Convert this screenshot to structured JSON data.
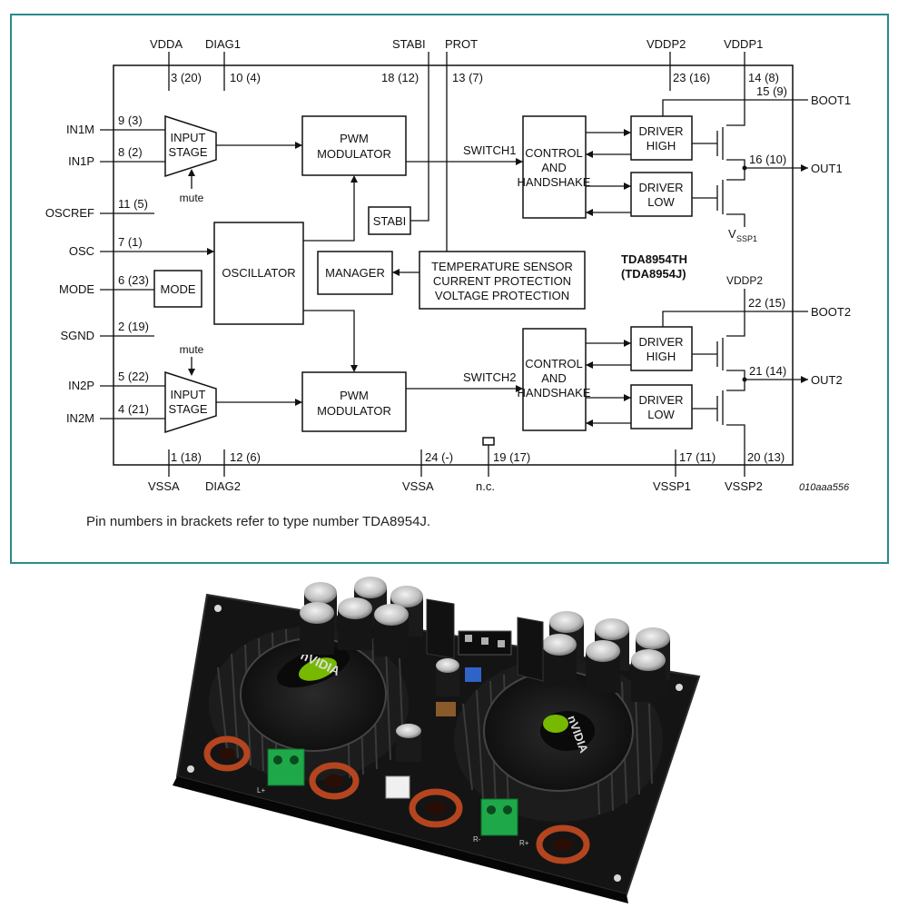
{
  "diagram": {
    "pins_top": {
      "vdda": "VDDA",
      "vdda_num": "3 (20)",
      "diag1": "DIAG1",
      "diag1_num": "10 (4)",
      "stabi": "STABI",
      "stabi_num": "18 (12)",
      "prot": "PROT",
      "prot_num": "13 (7)",
      "vddp2": "VDDP2",
      "vddp2_num": "23 (16)",
      "vddp1": "VDDP1",
      "vddp1_num": "14 (8)"
    },
    "pins_left": {
      "in1m": "IN1M",
      "in1m_num": "9 (3)",
      "in1p": "IN1P",
      "in1p_num": "8 (2)",
      "oscref": "OSCREF",
      "oscref_num": "11 (5)",
      "osc": "OSC",
      "osc_num": "7 (1)",
      "mode": "MODE",
      "mode_num": "6 (23)",
      "sgnd": "SGND",
      "sgnd_num": "2 (19)",
      "in2p": "IN2P",
      "in2p_num": "5 (22)",
      "in2m": "IN2M",
      "in2m_num": "4 (21)"
    },
    "pins_right": {
      "boot1": "BOOT1",
      "boot1_num": "15 (9)",
      "out1": "OUT1",
      "out1_num": "16 (10)",
      "vssp1_sub": "V",
      "vssp1_sub2": "SSP1",
      "vddp2_label": "VDDP2",
      "boot2": "BOOT2",
      "boot2_num": "22 (15)",
      "out2": "OUT2",
      "out2_num": "21 (14)"
    },
    "pins_bottom": {
      "vssa1": "VSSA",
      "vssa1_num": "1 (18)",
      "diag2": "DIAG2",
      "diag2_num": "12 (6)",
      "vssa2": "VSSA",
      "vssa2_num": "24 (-)",
      "nc": "n.c.",
      "nc_num": "19 (17)",
      "vssp1": "VSSP1",
      "vssp1_num": "17 (11)",
      "vssp2": "VSSP2",
      "vssp2_num": "20 (13)"
    },
    "blocks": {
      "input": "INPUT",
      "stage": "STAGE",
      "mute": "mute",
      "pwm": "PWM",
      "modulator": "MODULATOR",
      "stabi": "STABI",
      "oscillator": "OSCILLATOR",
      "mode": "MODE",
      "manager": "MANAGER",
      "temp1": "TEMPERATURE SENSOR",
      "temp2": "CURRENT PROTECTION",
      "temp3": "VOLTAGE PROTECTION",
      "control": "CONTROL",
      "and": "AND",
      "handshake": "HANDSHAKE",
      "driver": "DRIVER",
      "high": "HIGH",
      "low": "LOW",
      "switch1": "SWITCH1",
      "switch2": "SWITCH2"
    },
    "part_name": "TDA8954TH",
    "part_name_alt": "(TDA8954J)",
    "figure_code": "010aaa556",
    "caption": "Pin numbers in brackets refer to type number TDA8954J."
  },
  "board": {
    "fan_brand": "nVIDIA",
    "speaker_label_left": "L+",
    "speaker_label_right": "R+",
    "speaker_label_rminus": "R-",
    "colors": {
      "pcb": "#141414",
      "heatsink": "#1e1e1e",
      "fan_logo": "#76b900",
      "terminal": "#1fa84a",
      "toroid": "#b4451f"
    }
  }
}
